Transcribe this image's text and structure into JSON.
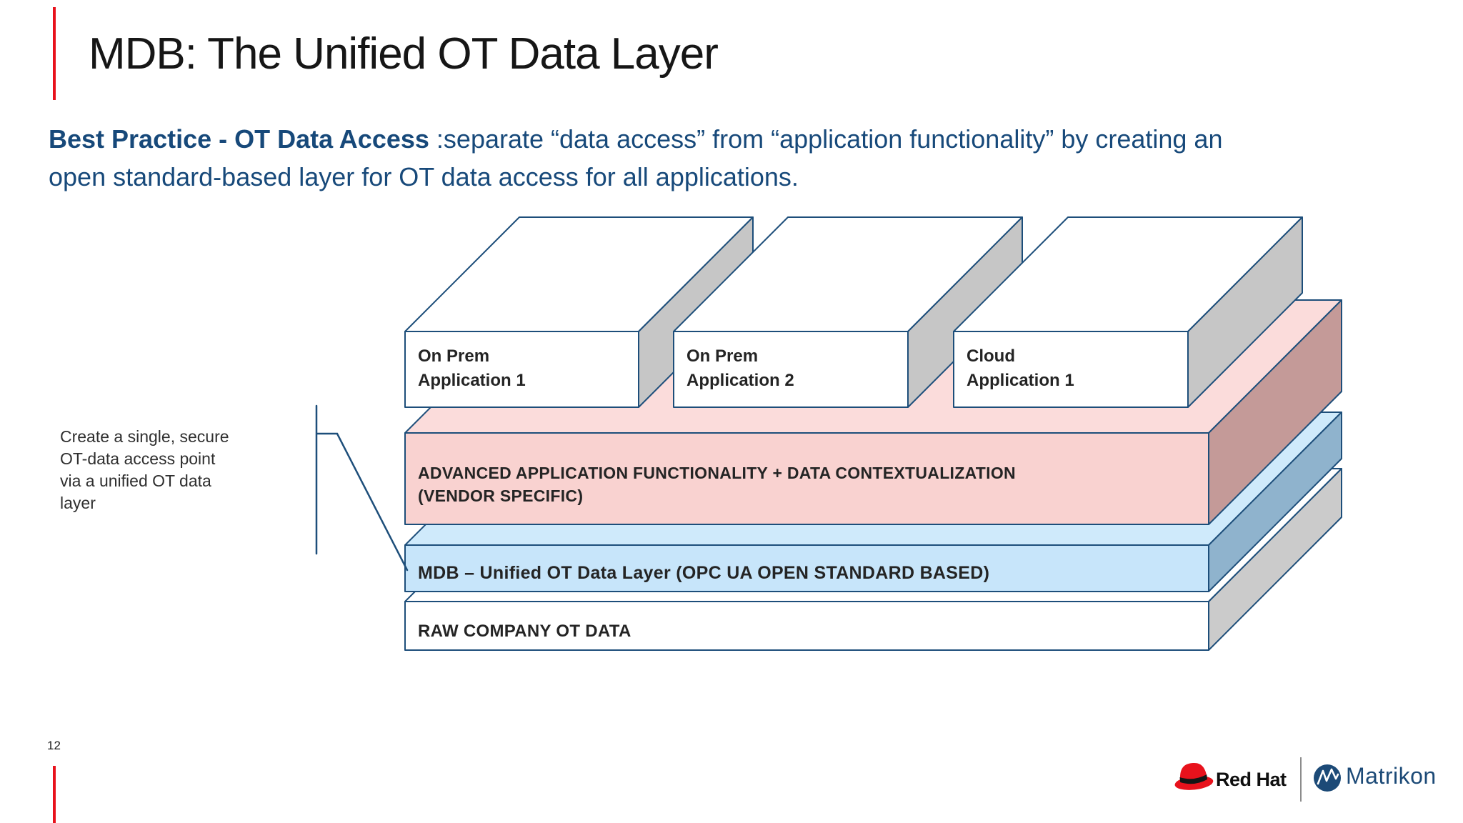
{
  "header": {
    "title": "MDB: The Unified OT Data Layer",
    "subtitle_bold": "Best Practice - OT Data Access",
    "subtitle_line1": " :separate “data access” from “application functionality” by creating an",
    "subtitle_line2": "open standard-based layer for OT data access for all applications."
  },
  "annotation": {
    "lines": [
      "Create a single, secure",
      "OT-data access point",
      "via a unified OT data",
      "layer"
    ]
  },
  "diagram": {
    "boxes": [
      {
        "line1": "On Prem",
        "line2": "Application 1"
      },
      {
        "line1": "On Prem",
        "line2": "Application 2"
      },
      {
        "line1": "Cloud",
        "line2": "Application 1"
      }
    ],
    "layers": {
      "vendor": {
        "line1": "ADVANCED APPLICATION FUNCTIONALITY + DATA CONTEXTUALIZATION",
        "line2": "(VENDOR SPECIFIC)"
      },
      "mdb": {
        "label": "MDB – Unified OT Data Layer (OPC UA OPEN STANDARD BASED)"
      },
      "raw": {
        "label": "RAW COMPANY OT DATA"
      }
    }
  },
  "footer": {
    "page_number": "12",
    "redhat_label": "Red Hat",
    "matrikon_label": "Matrikon"
  },
  "colors": {
    "accent_red": "#e8121c",
    "navy_outline": "#1d4e7a",
    "subtitle_navy": "#17497a",
    "white": "#ffffff",
    "pink_front": "#f9d2d0",
    "pink_top": "#fbdcdb",
    "pink_side": "#c49a98",
    "blue_front": "#c7e5fa",
    "blue_top": "#cfeafb",
    "blue_side": "#8fb3cd",
    "box_side_gray": "#c6c6c6",
    "raw_side_gray": "#cbcbcb",
    "matrikon_navy": "#1c4a77",
    "redhat_black": "#0f0f0f"
  }
}
